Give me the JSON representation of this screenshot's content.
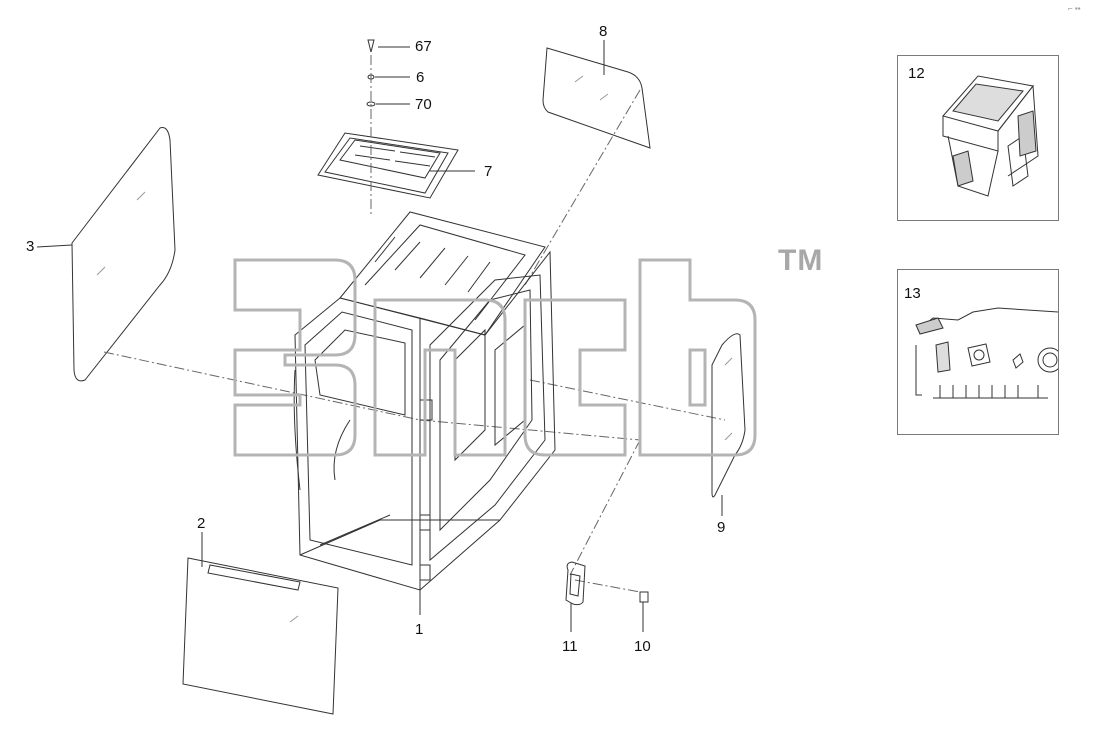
{
  "callouts": {
    "c67": "67",
    "c6": "6",
    "c70": "70",
    "c8": "8",
    "c7": "7",
    "c3": "3",
    "c2": "2",
    "c1": "1",
    "c9": "9",
    "c11": "11",
    "c10": "10"
  },
  "insets": {
    "i12": "12",
    "i13": "13"
  },
  "watermark": {
    "tm": "TM"
  },
  "colors": {
    "line": "#333333",
    "watermark": "#b4b4b4",
    "frame": "#7a7a7a"
  }
}
